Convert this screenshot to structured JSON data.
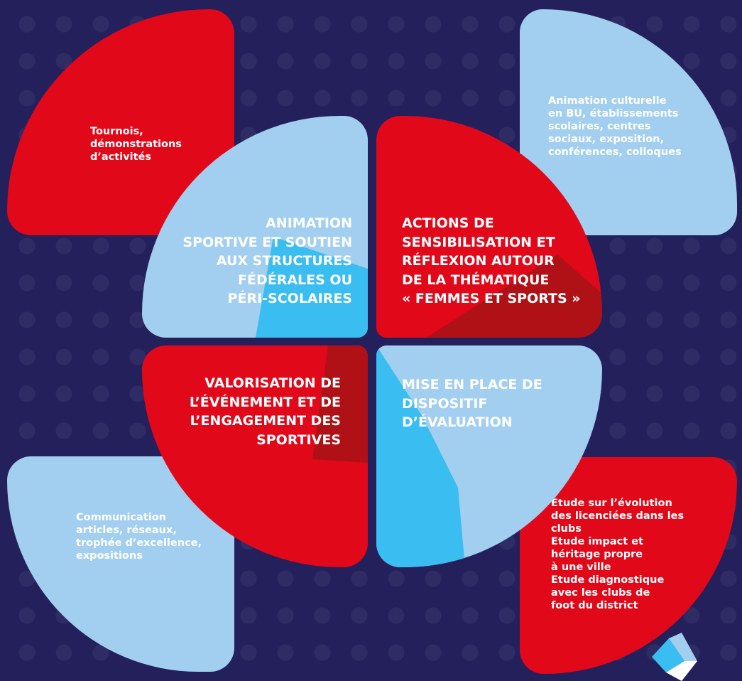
{
  "colors": {
    "background": "#24205c",
    "red": "#e1081a",
    "dark_red": "#b01116",
    "light_blue": "#a2cfef",
    "cyan": "#3abdf0"
  },
  "quadrants": {
    "top_left": {
      "title": "ANIMATION\nSPORTIVE ET SOUTIEN\nAUX STRUCTURES\nFÉDÉRALES OU\nPÉRI-SCOLAIRES",
      "detail": "Tournois,\ndémonstrations\nd’activités"
    },
    "top_right": {
      "title": "ACTIONS DE\nSENSIBILISATION ET\nRÉFLEXION AUTOUR\nDE LA THÉMATIQUE\n« FEMMES ET SPORTS »",
      "detail": "Animation culturelle\nen BU, établissements\nscolaires, centres\nsociaux, exposition,\nconférences, colloques"
    },
    "bottom_left": {
      "title": "VALORISATION DE\nL’ÉVÉNEMENT ET DE\nL’ENGAGEMENT DES\nSPORTIVES",
      "detail": "Communication\narticles, réseaux,\ntrophée d’excellence,\nexpositions"
    },
    "bottom_right": {
      "title": "MISE EN PLACE DE\nDISPOSITIF\nD’ÉVALUATION",
      "detail": "Etude sur l’évolution\ndes licenciées dans les\nclubs\nEtude impact et\nhéritage propre\nà une ville\nEtude diagnostique\navec les clubs de\nfoot du district"
    }
  }
}
